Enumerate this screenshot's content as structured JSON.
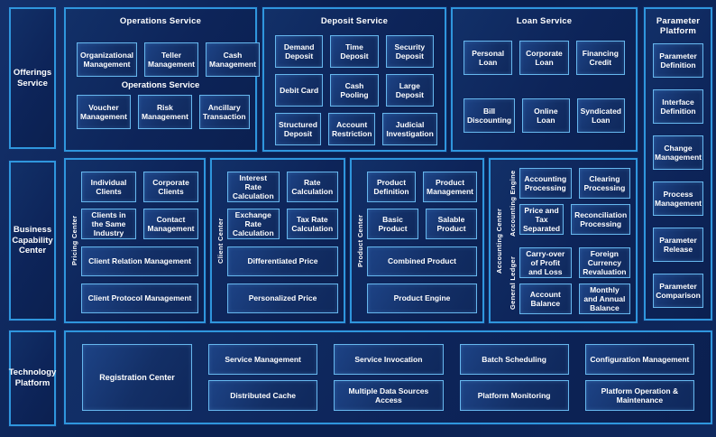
{
  "colors": {
    "background": "#0a2050",
    "panel_border": "#2f96dd",
    "box_border": "#66b7ee",
    "box_fill": "#143268",
    "text": "#ffffff"
  },
  "offerings_row": {
    "sidebar_label": "Offerings Service",
    "operations": {
      "title": "Operations Service",
      "subtitle": "Operations Service",
      "row1": [
        "Organizational Management",
        "Teller Management",
        "Cash Management"
      ],
      "row2": [
        "Voucher Management",
        "Risk Management",
        "Ancillary Transaction"
      ]
    },
    "deposit": {
      "title": "Deposit Service",
      "row1": [
        "Demand Deposit",
        "Time Deposit",
        "Security Deposit"
      ],
      "row2": [
        "Debit Card",
        "Cash Pooling",
        "Large Deposit"
      ],
      "row3": [
        "Structured Deposit",
        "Account Restriction",
        "Judicial Investigation"
      ]
    },
    "loan": {
      "title": "Loan Service",
      "row1": [
        "Personal Loan",
        "Corporate Loan",
        "Financing Credit"
      ],
      "row2": [
        "Bill Discounting",
        "Online Loan",
        "Syndicated Loan"
      ]
    }
  },
  "parameter_platform": {
    "title": "Parameter Platform",
    "items": [
      "Parameter Definition",
      "Interface Definition",
      "Change Management",
      "Process Management",
      "Parameter Release",
      "Parameter Comparison"
    ]
  },
  "business_row": {
    "sidebar_label": "Business Capability Center",
    "client_group": {
      "label": "Pricing Center",
      "row1": [
        "Individual Clients",
        "Corporate Clients"
      ],
      "row2": [
        "Clients in the Same Industry",
        "Contact Management"
      ],
      "wide1": "Client Relation Management",
      "wide2": "Client Protocol Management"
    },
    "pricing_group": {
      "label": "Client Center",
      "row1": [
        "Interest Rate Calculation",
        "Rate Calculation"
      ],
      "row2": [
        "Exchange Rate Calculation",
        "Tax Rate Calculation"
      ],
      "wide1": "Differentiated Price",
      "wide2": "Personalized Price"
    },
    "product_group": {
      "label": "Product Center",
      "row1": [
        "Product Definition",
        "Product Management"
      ],
      "row2": [
        "Basic Product",
        "Salable Product"
      ],
      "wide1": "Combined Product",
      "wide2": "Product Engine"
    },
    "accounting_group": {
      "label": "Accounting Center",
      "engine": {
        "label": "Accounting Engine",
        "row1": [
          "Accounting Processing",
          "Clearing Processing"
        ],
        "row2": [
          "Price and Tax Separated",
          "Reconciliation Processing"
        ]
      },
      "ledger": {
        "label": "General Ledger",
        "row1": [
          "Carry-over of Profit and Loss",
          "Foreign Currency Revaluation"
        ],
        "row2": [
          "Account Balance",
          "Monthly and Annual Balance"
        ]
      }
    }
  },
  "technology_row": {
    "sidebar_label": "Technology Platform",
    "registration": "Registration Center",
    "columns": [
      [
        "Service Management",
        "Distributed Cache"
      ],
      [
        "Service Invocation",
        "Multiple Data Sources Access"
      ],
      [
        "Batch Scheduling",
        "Platform Monitoring"
      ],
      [
        "Configuration Management",
        "Platform Operation & Maintenance"
      ]
    ]
  }
}
